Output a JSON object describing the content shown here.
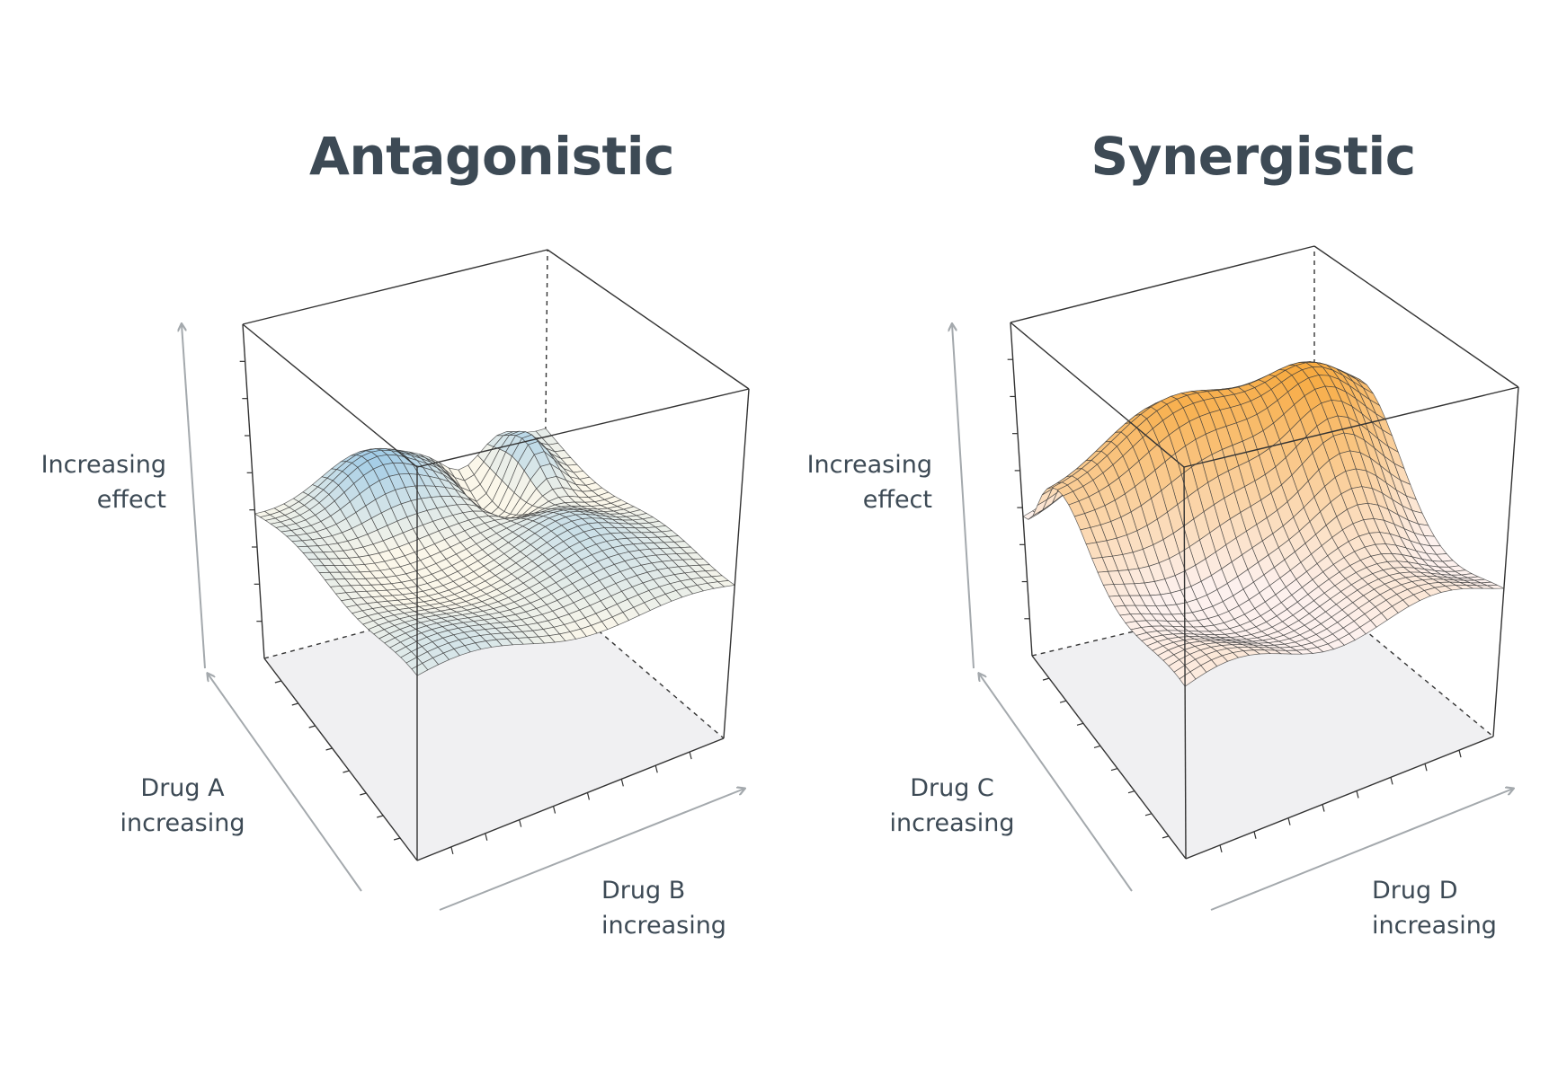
{
  "panels": [
    {
      "title": "Antagonistic",
      "y_label": [
        "Increasing",
        "effect"
      ],
      "depth_label": [
        "Drug A",
        "increasing"
      ],
      "x_label": [
        "Drug B",
        "increasing"
      ],
      "colors": {
        "low": "#fbf7ea",
        "high": "#8fc3e6"
      }
    },
    {
      "title": "Synergistic",
      "y_label": [
        "Increasing",
        "effect"
      ],
      "depth_label": [
        "Drug C",
        "increasing"
      ],
      "x_label": [
        "Drug D",
        "increasing"
      ],
      "colors": {
        "low": "#fdf1ee",
        "high": "#f7a93e"
      }
    }
  ],
  "style": {
    "text": "#3d4a55",
    "arrow": "#a4a9ad",
    "box": "#333333",
    "floor": "#f0f0f2"
  }
}
